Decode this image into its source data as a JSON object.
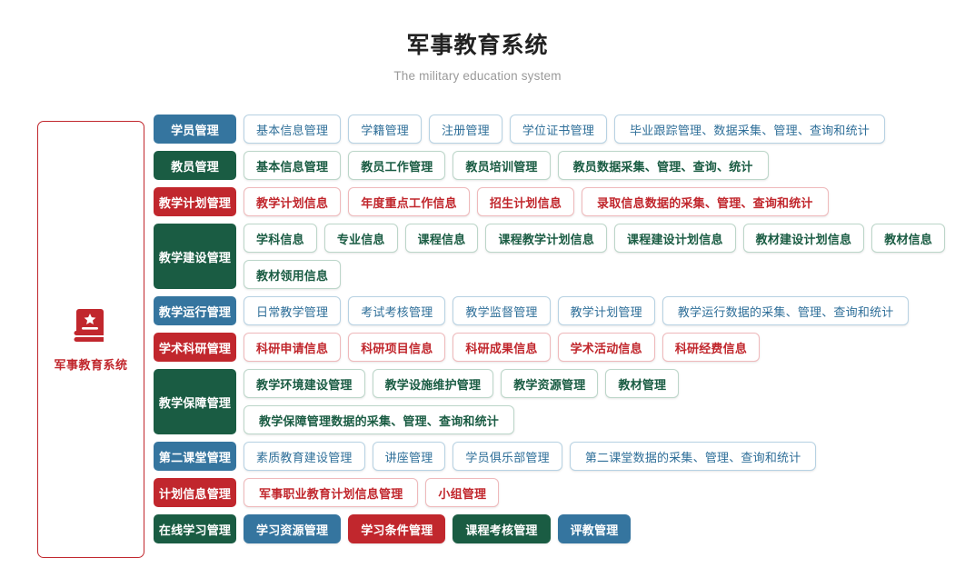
{
  "header": {
    "title": "军事教育系统",
    "subtitle": "The military education system"
  },
  "sidebar": {
    "icon": "book-star-icon",
    "brand_name": "军事教育系统",
    "border_color": "#c1272d"
  },
  "colors": {
    "blue": "#35759f",
    "green": "#1a5c43",
    "red": "#c1272d",
    "title_text": "#222222",
    "subtitle_text": "#9a9a9a",
    "page_background": "#ffffff"
  },
  "rows": [
    {
      "label": "学员管理",
      "theme": "blue",
      "style": "outline",
      "items": [
        "基本信息管理",
        "学籍管理",
        "注册管理",
        "学位证书管理",
        "毕业跟踪管理、数据采集、管理、查询和统计"
      ]
    },
    {
      "label": "教员管理",
      "theme": "green",
      "style": "outline",
      "items": [
        "基本信息管理",
        "教员工作管理",
        "教员培训管理",
        "教员数据采集、管理、查询、统计"
      ]
    },
    {
      "label": "教学计划管理",
      "theme": "red",
      "style": "outline",
      "items": [
        "教学计划信息",
        "年度重点工作信息",
        "招生计划信息",
        "录取信息数据的采集、管理、查询和统计"
      ]
    },
    {
      "label": "教学建设管理",
      "theme": "green",
      "style": "outline",
      "tall": true,
      "items": [
        "学科信息",
        "专业信息",
        "课程信息",
        "课程教学计划信息",
        "课程建设计划信息",
        "教材建设计划信息",
        "教材信息",
        "教材领用信息"
      ]
    },
    {
      "label": "教学运行管理",
      "theme": "blue",
      "style": "outline",
      "items": [
        "日常教学管理",
        "考试考核管理",
        "教学监督管理",
        "教学计划管理",
        "教学运行数据的采集、管理、查询和统计"
      ]
    },
    {
      "label": "学术科研管理",
      "theme": "red",
      "style": "outline",
      "items": [
        "科研申请信息",
        "科研项目信息",
        "科研成果信息",
        "学术活动信息",
        "科研经费信息"
      ]
    },
    {
      "label": "教学保障管理",
      "theme": "green",
      "style": "outline",
      "items": [
        "教学环境建设管理",
        "教学设施维护管理",
        "教学资源管理",
        "教材管理",
        "教学保障管理数据的采集、管理、查询和统计"
      ]
    },
    {
      "label": "第二课堂管理",
      "theme": "blue",
      "style": "outline",
      "items": [
        "素质教育建设管理",
        "讲座管理",
        "学员俱乐部管理",
        "第二课堂数据的采集、管理、查询和统计"
      ]
    },
    {
      "label": "计划信息管理",
      "theme": "red",
      "style": "outline",
      "items": [
        "军事职业教育计划信息管理",
        "小组管理"
      ]
    },
    {
      "label": "在线学习管理",
      "theme": "green",
      "style": "solid",
      "item_themes": [
        "blue",
        "red",
        "green",
        "blue"
      ],
      "items": [
        "学习资源管理",
        "学习条件管理",
        "课程考核管理",
        "评教管理"
      ]
    }
  ]
}
